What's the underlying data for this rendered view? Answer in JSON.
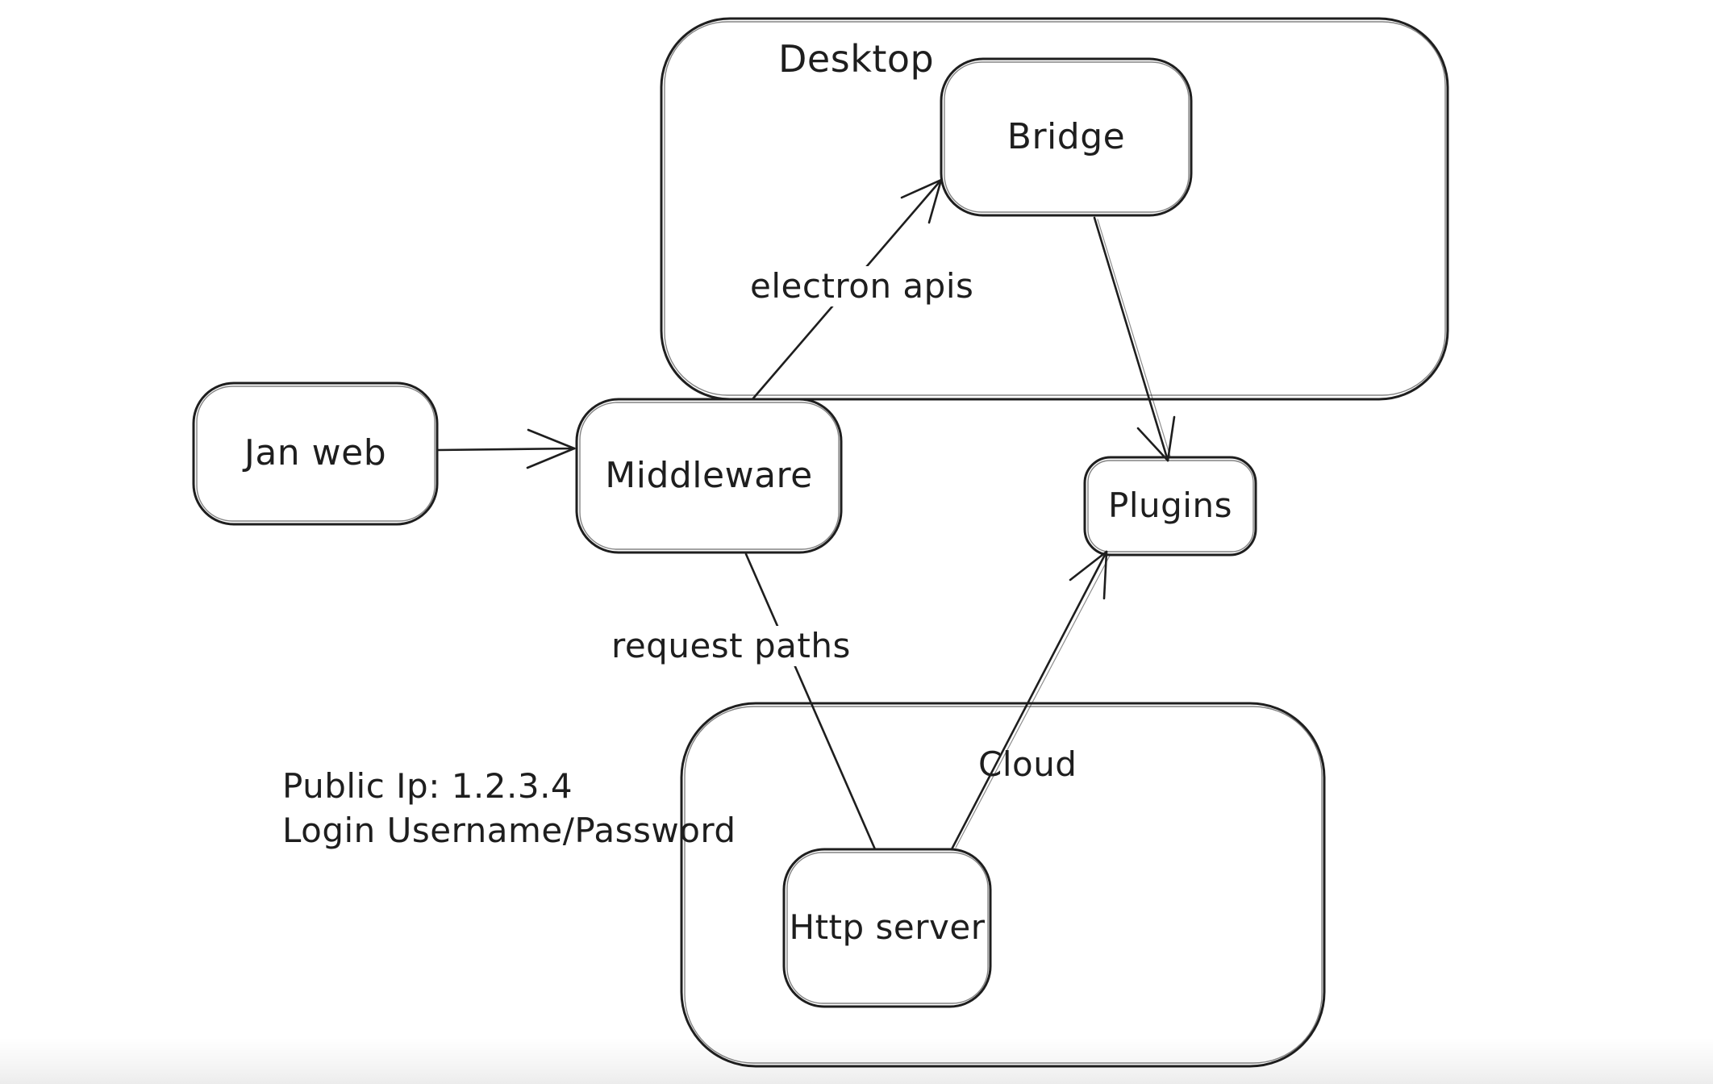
{
  "canvas": {
    "background_color": "#ffffff",
    "stroke_color": "#1e1e1e",
    "bottom_fade_color": "#ececec"
  },
  "containers": {
    "desktop": {
      "label": "Desktop"
    },
    "cloud": {
      "label": "Cloud"
    }
  },
  "nodes": {
    "jan_web": {
      "label": "Jan web"
    },
    "middleware": {
      "label": "Middleware"
    },
    "bridge": {
      "label": "Bridge"
    },
    "plugins": {
      "label": "Plugins"
    },
    "http_server": {
      "label": "Http server"
    }
  },
  "edge_labels": {
    "electron_apis": "electron apis",
    "request_paths": "request paths"
  },
  "edges": [
    {
      "from": "Jan web",
      "to": "Middleware",
      "label": "",
      "arrowhead": true
    },
    {
      "from": "Middleware",
      "to": "Bridge",
      "label": "electron apis",
      "arrowhead": true
    },
    {
      "from": "Bridge",
      "to": "Plugins",
      "label": "",
      "arrowhead": true
    },
    {
      "from": "Middleware",
      "to": "Http server",
      "label": "request paths",
      "arrowhead": false
    },
    {
      "from": "Http server",
      "to": "Plugins",
      "label": "",
      "arrowhead": true
    }
  ],
  "annotations": {
    "public_ip": "Public Ip: 1.2.3.4",
    "login": "Login Username/Password"
  }
}
